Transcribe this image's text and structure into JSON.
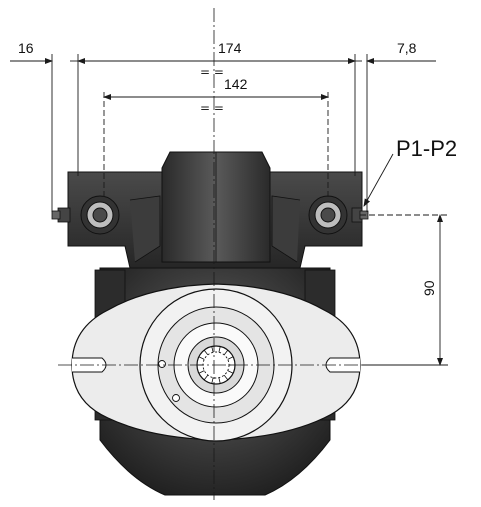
{
  "dimensions": {
    "left_offset": "16",
    "overall_width": "174",
    "inner_width": "142",
    "right_offset": "7,8",
    "port_height": "90"
  },
  "labels": {
    "port_label": "P1-P2"
  },
  "symbols": {
    "equal_mark": "= ="
  },
  "colors": {
    "line": "#1a1a1a",
    "body_dark": "#2b2b2b",
    "body_mid": "#555555",
    "flange_light": "#e6e6e6"
  }
}
